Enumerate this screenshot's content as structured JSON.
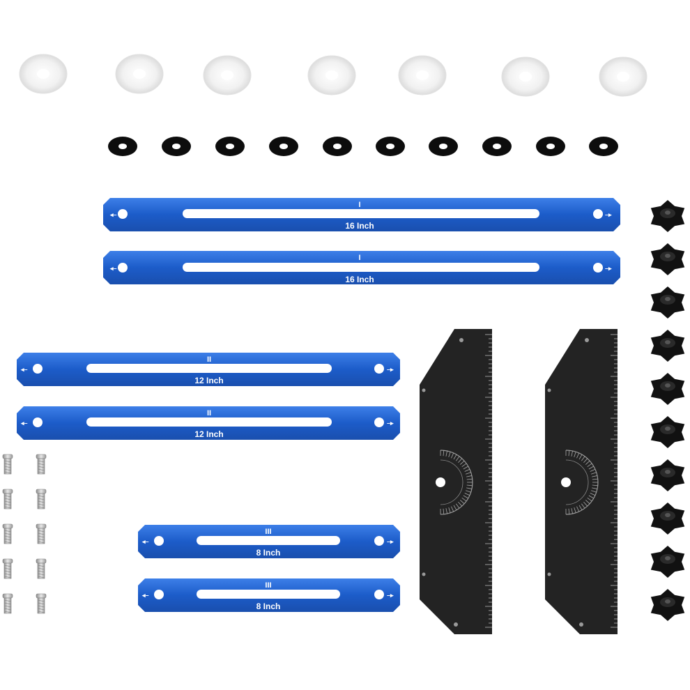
{
  "colors": {
    "bar_blue": "#1f5fcf",
    "bar_blue_light": "#3b7be6",
    "ruler_black": "#222222",
    "knob_black": "#111111",
    "washer_white": "#f4f4f4",
    "washer_black": "#0d0d0d",
    "screw_silver": "#c9c9c9"
  },
  "bars": [
    {
      "roman": "I",
      "length_label": "16 Inch"
    },
    {
      "roman": "I",
      "length_label": "16 Inch"
    },
    {
      "roman": "II",
      "length_label": "12 Inch"
    },
    {
      "roman": "II",
      "length_label": "12 Inch"
    },
    {
      "roman": "III",
      "length_label": "8  Inch"
    },
    {
      "roman": "III",
      "length_label": "8  Inch"
    }
  ],
  "parts": {
    "white_washer_count": 7,
    "black_washer_count": 10,
    "star_knob_count": 10,
    "screw_count": 10,
    "ruler_count": 2,
    "washer_icon": "white-washer-icon",
    "black_washer_icon": "black-washer-icon",
    "knob_icon": "star-knob-icon",
    "screw_icon": "screw-icon"
  }
}
